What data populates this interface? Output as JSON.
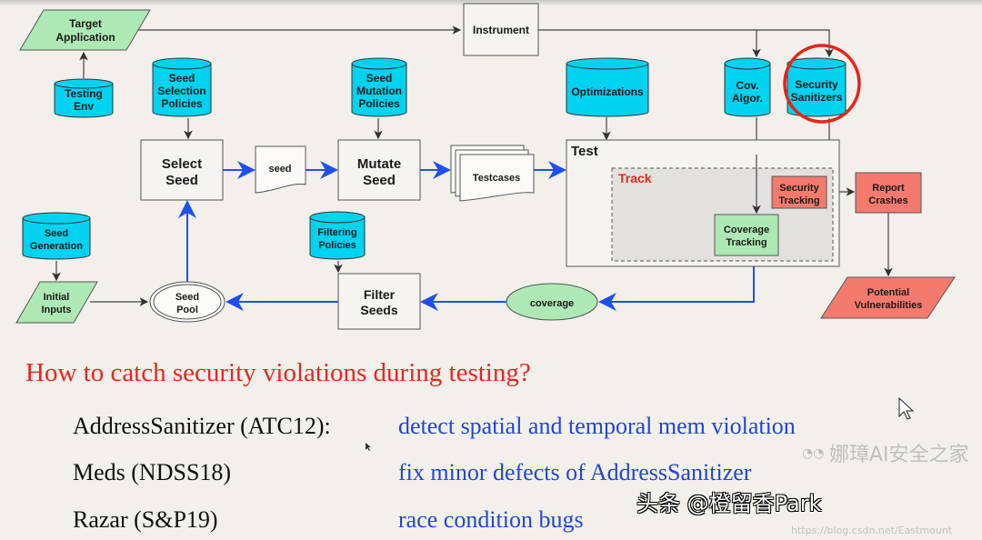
{
  "diagram": {
    "nodes": {
      "target_application": [
        "Target",
        "Application"
      ],
      "instrument": "Instrument",
      "testing_env": [
        "Testing",
        "Env"
      ],
      "seed_selection_policies": [
        "Seed",
        "Selection",
        "Policies"
      ],
      "seed_mutation_policies": [
        "Seed",
        "Mutation",
        "Policies"
      ],
      "optimizations": "Optimizations",
      "cov_algor": [
        "Cov.",
        "Algor."
      ],
      "security_sanitizers": [
        "Security",
        "Sanitizers"
      ],
      "select_seed": [
        "Select",
        "Seed"
      ],
      "seed": "seed",
      "mutate_seed": [
        "Mutate",
        "Seed"
      ],
      "testcases": "Testcases",
      "test": "Test",
      "track": "Track",
      "security_tracking": [
        "Security",
        "Tracking"
      ],
      "report_crashes": [
        "Report",
        "Crashes"
      ],
      "coverage_tracking": [
        "Coverage",
        "Tracking"
      ],
      "potential_vulnerabilities": [
        "Potential",
        "Vulnerabilities"
      ],
      "coverage": "coverage",
      "filter_seeds": [
        "Filter",
        "Seeds"
      ],
      "filtering_policies": [
        "Filtering",
        "Policies"
      ],
      "seed_pool": [
        "Seed",
        "Pool"
      ],
      "seed_generation": [
        "Seed",
        "Generation"
      ],
      "initial_inputs": [
        "Initial",
        "Inputs"
      ]
    },
    "colors": {
      "cylinder": "#00d2ef",
      "green": "#aee8b4",
      "red": "#f47a6e",
      "flow_arrow": "#1e50ee",
      "highlight_circle": "#e5241b",
      "track_label": "#e8261c"
    }
  },
  "slide": {
    "question": "How to catch security violations during testing?",
    "rows": [
      {
        "tool": "AddressSanitizer (ATC12):",
        "desc": "detect spatial and temporal mem violation"
      },
      {
        "tool": "Meds (NDSS18)",
        "desc": "fix minor defects of AddressSanitizer"
      },
      {
        "tool": "Razar (S&P19)",
        "desc": "race condition bugs"
      }
    ]
  },
  "watermarks": {
    "wechat": "娜璋AI安全之家",
    "toutiao": "头条 @橙留香Park",
    "url": "https://blog.csdn.net/Eastmount"
  }
}
